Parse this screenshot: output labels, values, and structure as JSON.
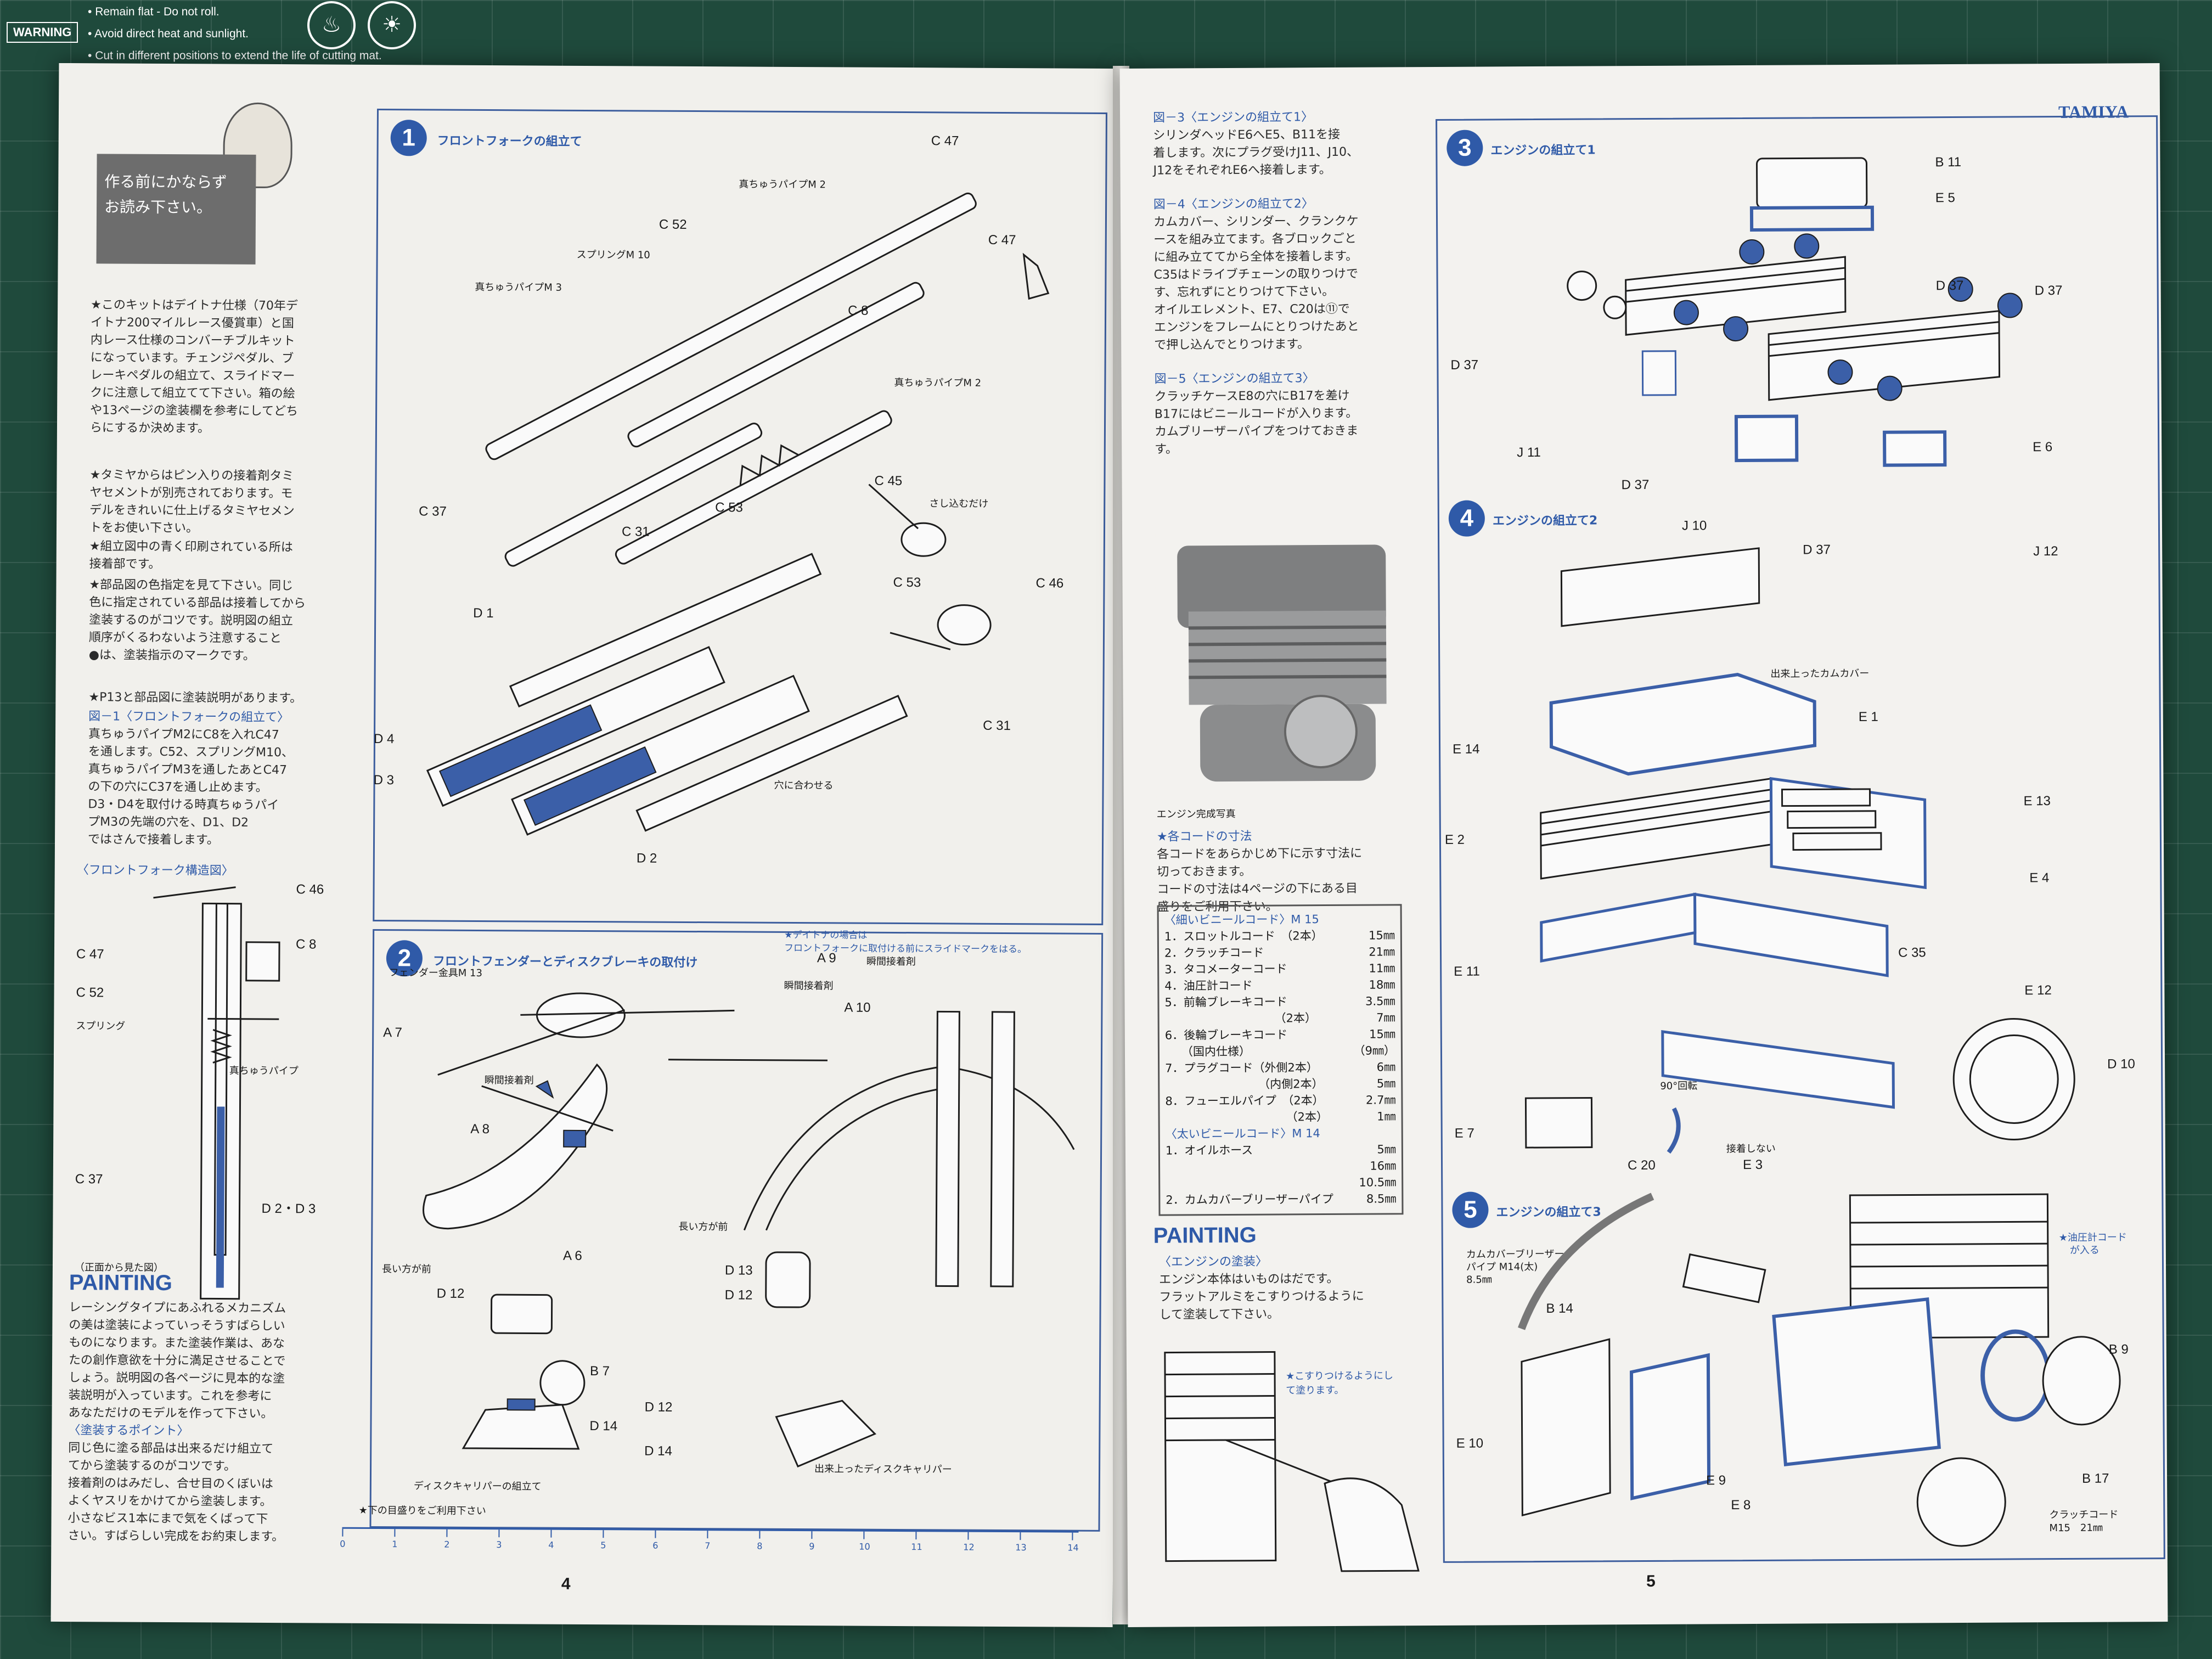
{
  "mat": {
    "badge": "WARNING",
    "lines": [
      "Remain flat - Do not roll.",
      "Avoid direct heat and sunlight.",
      "Cut in different positions to extend the life of cutting mat."
    ]
  },
  "left_page": {
    "notice_box": [
      "作る前にかならず",
      "お読み下さい。"
    ],
    "intro_paragraphs": [
      [
        "★このキットはデイトナ仕様（70年デ",
        "イトナ200マイルレース優賞車）と国",
        "内レース仕様のコンバーチブルキット",
        "になっています。チェンジペダル、ブ",
        "レーキペダルの組立て、スライドマー",
        "クに注意して組立てて下さい。箱の絵",
        "や13ページの塗装欄を参考にしてどち",
        "らにするか決めます。"
      ],
      [
        "★タミヤからはピン入りの接着剤タミ",
        "ヤセメントが別売されております。モ",
        "デルをきれいに仕上げるタミヤセメン",
        "トをお使い下さい。"
      ],
      [
        "★組立図中の青く印刷されている所は",
        "接着部です。"
      ],
      [
        "★部品図の色指定を見て下さい。同じ",
        "色に指定されている部品は接着してから",
        "塗装するのがコツです。説明図の組立",
        "順序がくるわないよう注意すること",
        "●は、塗装指示のマークです。"
      ],
      [
        "★P13と部品図に塗装説明があります。"
      ]
    ],
    "fig1_note_title": "図－1〈フロントフォークの組立て〉",
    "fig1_note": [
      "真ちゅうパイプM2にC8を入れC47",
      "を通します。C52、スプリングM10、",
      "真ちゅうパイプM3を通したあとC47",
      "の下の穴にC37を通し止めます。",
      "D3・D4を取付ける時真ちゅうパイ",
      "プM3の先端の穴を、D1、D2",
      "ではさんで接着します。"
    ],
    "structure_title": "〈フロントフォーク構造図〉",
    "structure_labels": [
      "C 46",
      "C 8",
      "C 47",
      "C 52",
      "スプリング",
      "真ちゅうパイプ",
      "C 37",
      "D 2・D 3",
      "（正面から見た図）"
    ],
    "painting_title": "PAINTING",
    "painting_text": [
      "レーシングタイプにあふれるメカニズム",
      "の美は塗装によっていっそうすばらしい",
      "ものになります。また塗装作業は、あな",
      "たの創作意欲を十分に満足させることで",
      "しょう。説明図の各ページに見本的な塗",
      "装説明が入っています。これを参考に",
      "あなただけのモデルを作って下さい。"
    ],
    "point_title": "〈塗装するポイント〉",
    "point_text": [
      "同じ色に塗る部品は出来るだけ組立て",
      "てから塗装するのがコツです。",
      "接着剤のはみだし、合せ目のくぼいは",
      "よくヤスリをかけてから塗装します。",
      "小さなビス1本にまで気をくばって下",
      "さい。すばらしい完成をお約束します。"
    ],
    "step1": {
      "num": "1",
      "title": "フロントフォークの組立て",
      "labels": [
        "C 47",
        "真ちゅうパイプM 2",
        "C 52",
        "スプリングM 10",
        "C 47",
        "真ちゅうパイプM 3",
        "C 8",
        "真ちゅうパイプM 2",
        "C 37",
        "C 45",
        "C 53",
        "さし込むだけ",
        "C 31",
        "C 53",
        "C 46",
        "D 1",
        "D 4",
        "D 3",
        "C 31",
        "穴に合わせる",
        "D 2"
      ]
    },
    "step2": {
      "num": "2",
      "title": "フロントフェンダーとディスクブレーキの取付け",
      "daytona_note": [
        "★デイトナの場合は",
        "フロントフォークに取付ける前にスライドマークをはる。"
      ],
      "labels": [
        "A 9",
        "フェンダー金具M 13",
        "瞬間接着剤",
        "A 10",
        "A 7",
        "瞬間接着剤",
        "A 8",
        "A 6",
        "長い方が前",
        "瞬間接着剤",
        "長い方が前",
        "D 13",
        "D 12",
        "D 12",
        "B 7",
        "D 14",
        "ディスクキャリパーの組立て",
        "D 12",
        "D 14",
        "出来上ったディスクキャリパー"
      ]
    },
    "ruler_note": "★下の目盛りをご利用下さい",
    "ruler_numbers": [
      "0",
      "1",
      "2",
      "3",
      "4",
      "5",
      "6",
      "7",
      "8",
      "9",
      "10",
      "11",
      "12",
      "13",
      "14"
    ],
    "page_number": "4"
  },
  "right_page": {
    "brand": "TAMIYA",
    "notes": [
      {
        "title": "図－3〈エンジンの組立て1〉",
        "lines": [
          "シリンダヘッドE6へE5、B11を接",
          "着します。次にプラグ受けJ11、J10、",
          "J12をそれぞれE6へ接着します。"
        ]
      },
      {
        "title": "図－4〈エンジンの組立て2〉",
        "lines": [
          "カムカバー、シリンダー、クランクケ",
          "ースを組み立てます。各ブロックごと",
          "に組み立ててから全体を接着します。",
          "C35はドライブチェーンの取りつけで",
          "す、忘れずにとりつけて下さい。",
          "オイルエレメント、E7、C20は⑪で",
          "エンジンをフレームにとりつけたあと",
          "で押し込んでとりつけます。"
        ]
      },
      {
        "title": "図－5〈エンジンの組立て3〉",
        "lines": [
          "クラッチケースE8の穴にB17を差け",
          "B17にはビニールコードが入ります。",
          "カムブリーザーパイプをつけておきま",
          "す。"
        ]
      }
    ],
    "photo_caption": "エンジン完成写真",
    "cord_title": "★各コードの寸法",
    "cord_text": [
      "各コードをあらかじめ下に示す寸法に",
      "切っておきます。",
      "コードの寸法は4ページの下にある目",
      "盛りをご利用下さい。"
    ],
    "cord_table": [
      {
        "l": "〈細いビニールコード〉M 15",
        "r": ""
      },
      {
        "l": "1．スロットルコード　（2本）",
        "r": "15㎜"
      },
      {
        "l": "2．クラッチコード",
        "r": "21㎜"
      },
      {
        "l": "3．タコメーターコード",
        "r": "11㎜"
      },
      {
        "l": "4．油圧計コード",
        "r": "18㎜"
      },
      {
        "l": "5．前輪ブレーキコード",
        "r": "3.5㎜"
      },
      {
        "l": "（2本）",
        "r": "7㎜"
      },
      {
        "l": "6．後輪ブレーキコード",
        "r": "15㎜"
      },
      {
        "l": "（国内仕様）",
        "r": "（9㎜）"
      },
      {
        "l": "7．プラグコード（外側2本）",
        "r": "6㎜"
      },
      {
        "l": "（内側2本）",
        "r": "5㎜"
      },
      {
        "l": "8．フューエルパイプ　（2本）",
        "r": "2.7㎜"
      },
      {
        "l": "（2本）",
        "r": "1㎜"
      },
      {
        "l": "〈太いビニールコード〉M 14",
        "r": ""
      },
      {
        "l": "1．オイルホース",
        "r": "5㎜"
      },
      {
        "l": "",
        "r": "16㎜"
      },
      {
        "l": "",
        "r": "10.5㎜"
      },
      {
        "l": "2．カムカバーブリーザーパイプ",
        "r": "8.5㎜"
      }
    ],
    "painting_title": "PAINTING",
    "engine_paint_title": "〈エンジンの塗装〉",
    "engine_paint_text": [
      "エンジン本体はいものはだです。",
      "フラットアルミをこすりつけるように",
      "して塗装して下さい。"
    ],
    "rub_note": [
      "★こすりつけるようにし",
      "て塗ります。"
    ],
    "step3": {
      "num": "3",
      "title": "エンジンの組立て1",
      "labels": [
        "B 11",
        "E 5",
        "D 37",
        "D 37",
        "D 37",
        "J 11",
        "D 37",
        "E 6",
        "J 10",
        "D 37",
        "J 12"
      ]
    },
    "step4": {
      "num": "4",
      "title": "エンジンの組立て2",
      "labels": [
        "出来上ったカムカバー",
        "E 1",
        "E 14",
        "E 13",
        "E 2",
        "E 4",
        "C 35",
        "E 11",
        "E 12",
        "D 10",
        "90°回転",
        "E 7",
        "接着しない",
        "C 20",
        "E 3"
      ]
    },
    "step5": {
      "num": "5",
      "title": "エンジンの組立て3",
      "labels": [
        "カムカバーブリーザー",
        "パイプ M14(太)",
        "8.5㎜",
        "★油圧計コード",
        "が入る",
        "B 14",
        "B 9",
        "E 10",
        "E 9",
        "B 17",
        "E 8",
        "クラッチコード",
        "M15　21㎜"
      ]
    },
    "page_number": "5"
  }
}
